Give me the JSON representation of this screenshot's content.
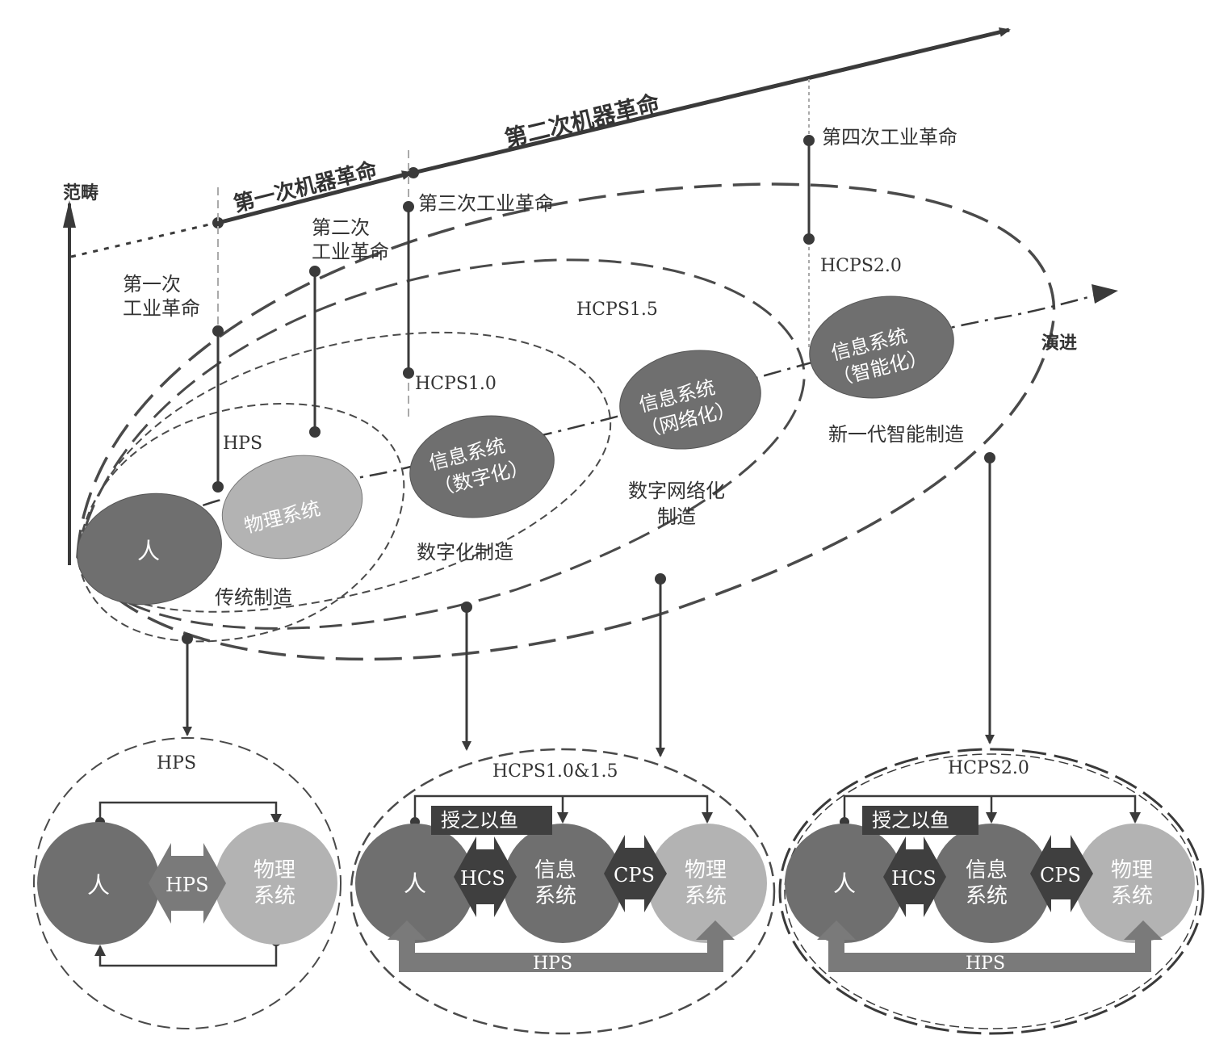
{
  "top": {
    "axis_label": "范畴",
    "evolution_label": "演进",
    "machine_revolution_1": "第一次机器革命",
    "machine_revolution_2": "第二次机器革命",
    "industrial_1_line1": "第一次",
    "industrial_1_line2": "工业革命",
    "industrial_2_line1": "第二次",
    "industrial_2_line2": "工业革命",
    "industrial_3": "第三次工业革命",
    "industrial_4": "第四次工业革命",
    "stage_hps": "HPS",
    "stage_hcps10": "HCPS1.0",
    "stage_hcps15": "HCPS1.5",
    "stage_hcps20": "HCPS2.0",
    "human": "人",
    "physical_system": "物理系统",
    "info_digital_line1": "信息系统",
    "info_digital_line2": "（数字化）",
    "info_network_line1": "信息系统",
    "info_network_line2": "（网络化）",
    "info_intel_line1": "信息系统",
    "info_intel_line2": "（智能化）",
    "mfg_traditional": "传统制造",
    "mfg_digital": "数字化制造",
    "mfg_network_line1": "数字网络化",
    "mfg_network_line2": "制造",
    "mfg_new_gen": "新一代智能制造"
  },
  "bottom": {
    "left": {
      "title": "HPS",
      "human": "人",
      "link": "HPS",
      "physical_line1": "物理",
      "physical_line2": "系统"
    },
    "middle": {
      "title": "HCPS1.0&1.5",
      "teach_label": "授之以鱼",
      "human": "人",
      "hcs": "HCS",
      "info_line1": "信息",
      "info_line2": "系统",
      "cps": "CPS",
      "physical_line1": "物理",
      "physical_line2": "系统",
      "hps_bar": "HPS"
    },
    "right": {
      "title": "HCPS2.0",
      "teach_label": "授之以鱼",
      "human": "人",
      "hcs": "HCS",
      "info_line1": "信息",
      "info_line2": "系统",
      "cps": "CPS",
      "physical_line1": "物理",
      "physical_line2": "系统",
      "hps_bar": "HPS"
    }
  },
  "colors": {
    "dark_gray": "#6f6f6f",
    "mid_gray": "#7a7a7a",
    "light_gray": "#b3b3b3",
    "arrow_box": "#3f3f3f",
    "line": "#3a3a3a"
  }
}
